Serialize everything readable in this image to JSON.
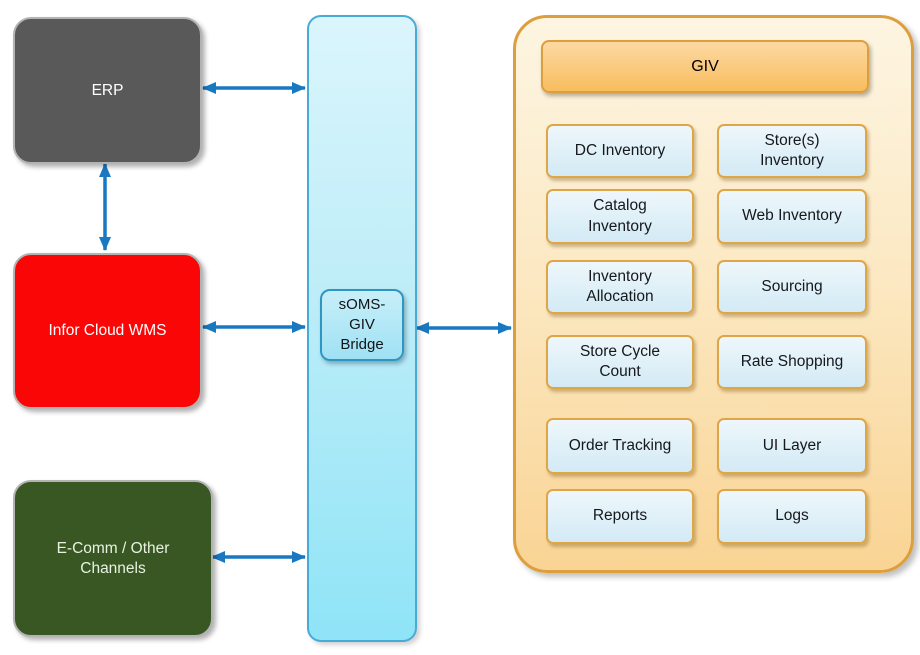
{
  "diagram": {
    "nodes": {
      "erp": {
        "label": "ERP"
      },
      "wms": {
        "label": "Infor Cloud WMS"
      },
      "ecomm": {
        "label": "E-Comm / Other Channels"
      },
      "bridge": {
        "label": "sOMS-GIV Bridge"
      },
      "giv": {
        "title": "GIV",
        "modules": [
          {
            "label": "DC Inventory"
          },
          {
            "label": "Store(s) Inventory"
          },
          {
            "label": "Catalog Inventory"
          },
          {
            "label": "Web Inventory"
          },
          {
            "label": "Inventory Allocation"
          },
          {
            "label": "Sourcing"
          },
          {
            "label": "Store Cycle Count"
          },
          {
            "label": "Rate Shopping"
          },
          {
            "label": "Order Tracking"
          },
          {
            "label": "UI Layer"
          },
          {
            "label": "Reports"
          },
          {
            "label": "Logs"
          }
        ]
      }
    },
    "connections": [
      {
        "from": "erp",
        "to": "bridge-bus",
        "type": "bidirectional"
      },
      {
        "from": "erp",
        "to": "wms",
        "type": "bidirectional"
      },
      {
        "from": "wms",
        "to": "bridge-bus",
        "type": "bidirectional"
      },
      {
        "from": "bridge",
        "to": "giv",
        "type": "bidirectional"
      },
      {
        "from": "ecomm",
        "to": "bridge-bus",
        "type": "bidirectional"
      }
    ]
  },
  "colors": {
    "arrow_blue": "#1878c2",
    "erp_gray": "#595959",
    "wms_red": "#fb0606",
    "ecomm_green": "#385723",
    "bus_cyan_light": "#dbf5fc",
    "bus_cyan_dark": "#8fe4f7",
    "bus_border": "#48abd7",
    "bridge_border": "#2e96c3",
    "panel_orange_border": "#dd9e3c",
    "panel_fill_top": "#fdf5e2",
    "panel_fill_bottom": "#f9d494",
    "header_fill_top": "#fcd9a2",
    "header_fill_bottom": "#f8bd5e",
    "module_border": "#dfa647",
    "module_fill_top": "#eef7fb",
    "module_fill_bottom": "#d3eaf5"
  }
}
